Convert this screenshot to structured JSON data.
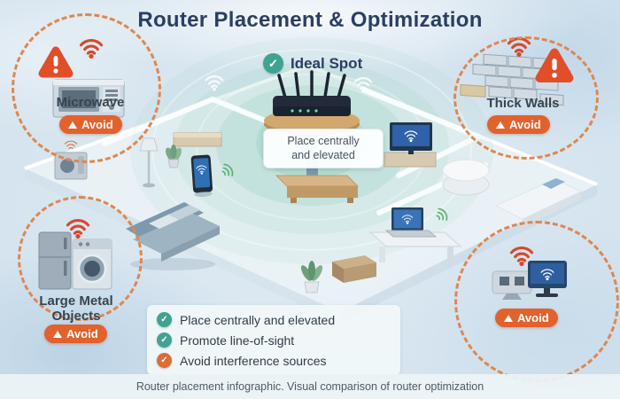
{
  "title": "Router Placement & Optimization",
  "ideal_spot": {
    "label": "Ideal Spot"
  },
  "router_note": {
    "line1": "Place centrally",
    "line2": "and elevated"
  },
  "callouts": {
    "microwave": {
      "label": "Microwave",
      "badge": "Avoid"
    },
    "thick_walls": {
      "label": "Thick Walls",
      "badge": "Avoid"
    },
    "large_metal": {
      "label": "Large Metal Objects",
      "badge": "Avoid"
    },
    "devices": {
      "badge": "Avoid"
    }
  },
  "checklist": {
    "items": [
      {
        "text": "Place centrally and elevated",
        "status": "good"
      },
      {
        "text": "Promote line-of-sight",
        "status": "good"
      },
      {
        "text": "Avoid interference sources",
        "status": "warn"
      }
    ]
  },
  "caption": "Router placement infographic. Visual comparison of router optimization",
  "icons": {
    "check": "✓"
  },
  "colors": {
    "accent_orange": "#e2622d",
    "warning_red": "#e0512b",
    "ring_dash": "#de8750",
    "teal_check": "#3fa390",
    "navy_title": "#2b3e63",
    "ripple_teal": "#79c3a6"
  }
}
